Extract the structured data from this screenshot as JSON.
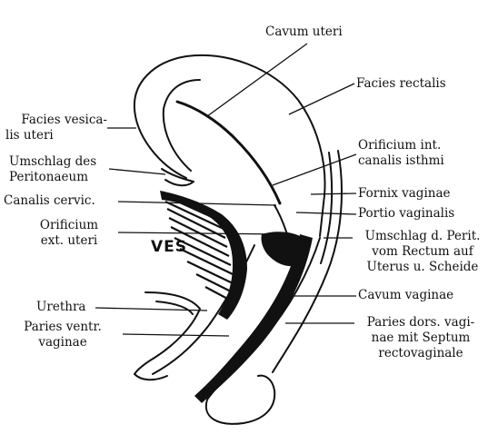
{
  "labels": {
    "cavum_uteri": "Cavum uteri",
    "facies_rectalis": "Facies rectalis",
    "facies_vesicalis": [
      "Facies vesica-",
      "lis uteri"
    ],
    "umschlag_peritonaeum": [
      "Umschlag des",
      "Peritonaeum"
    ],
    "canalis_cervic": "Canalis cervic.",
    "orificium_ext": [
      "Orificium",
      "ext. uteri"
    ],
    "ves": "VES",
    "urethra": "Urethra",
    "paries_ventr": [
      "Paries ventr.",
      "vaginae"
    ],
    "orificium_int": [
      "Orificium int.",
      "canalis isthmi"
    ],
    "fornix_vaginae": "Fornix vaginae",
    "portio_vaginalis": "Portio vaginalis",
    "umschlag_perit_rectum": [
      "Umschlag d. Perit.",
      "vom Rectum auf",
      "Uterus u. Scheide"
    ],
    "cavum_vaginae": "Cavum vaginae",
    "paries_dors": [
      "Paries dors. vagi-",
      "nae mit Septum",
      "rectovaginale"
    ]
  },
  "colors": {
    "ink": "#111111",
    "paper": "#ffffff"
  }
}
